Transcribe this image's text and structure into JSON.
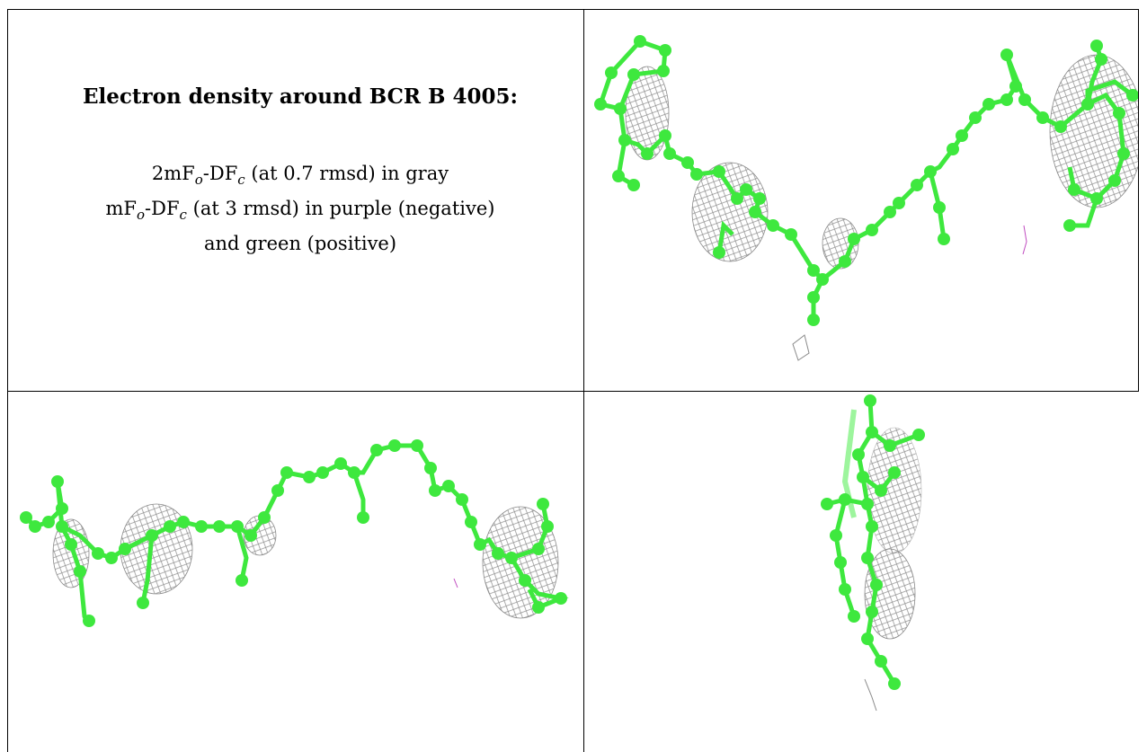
{
  "panel": {
    "title": "Electron density around BCR B 4005:",
    "line1": {
      "prefix": "2mF",
      "sub1": "o",
      "mid": "-DF",
      "sub2": "c",
      "suffix": " (at 0.7 rmsd) in gray"
    },
    "line2": {
      "prefix": "mF",
      "sub1": "o",
      "mid": "-DF",
      "sub2": "c",
      "suffix": " (at 3 rmsd) in purple (negative)"
    },
    "line3": "and green (positive)"
  },
  "colors": {
    "carbon": "#3ee83e",
    "carbon_light": "#9df59d",
    "mesh_gray": "#7d7d7d",
    "mesh_purple": "#c04cc0",
    "border": "#000000"
  },
  "views": [
    {
      "name": "top-right-view"
    },
    {
      "name": "bottom-left-view"
    },
    {
      "name": "bottom-right-view"
    }
  ]
}
